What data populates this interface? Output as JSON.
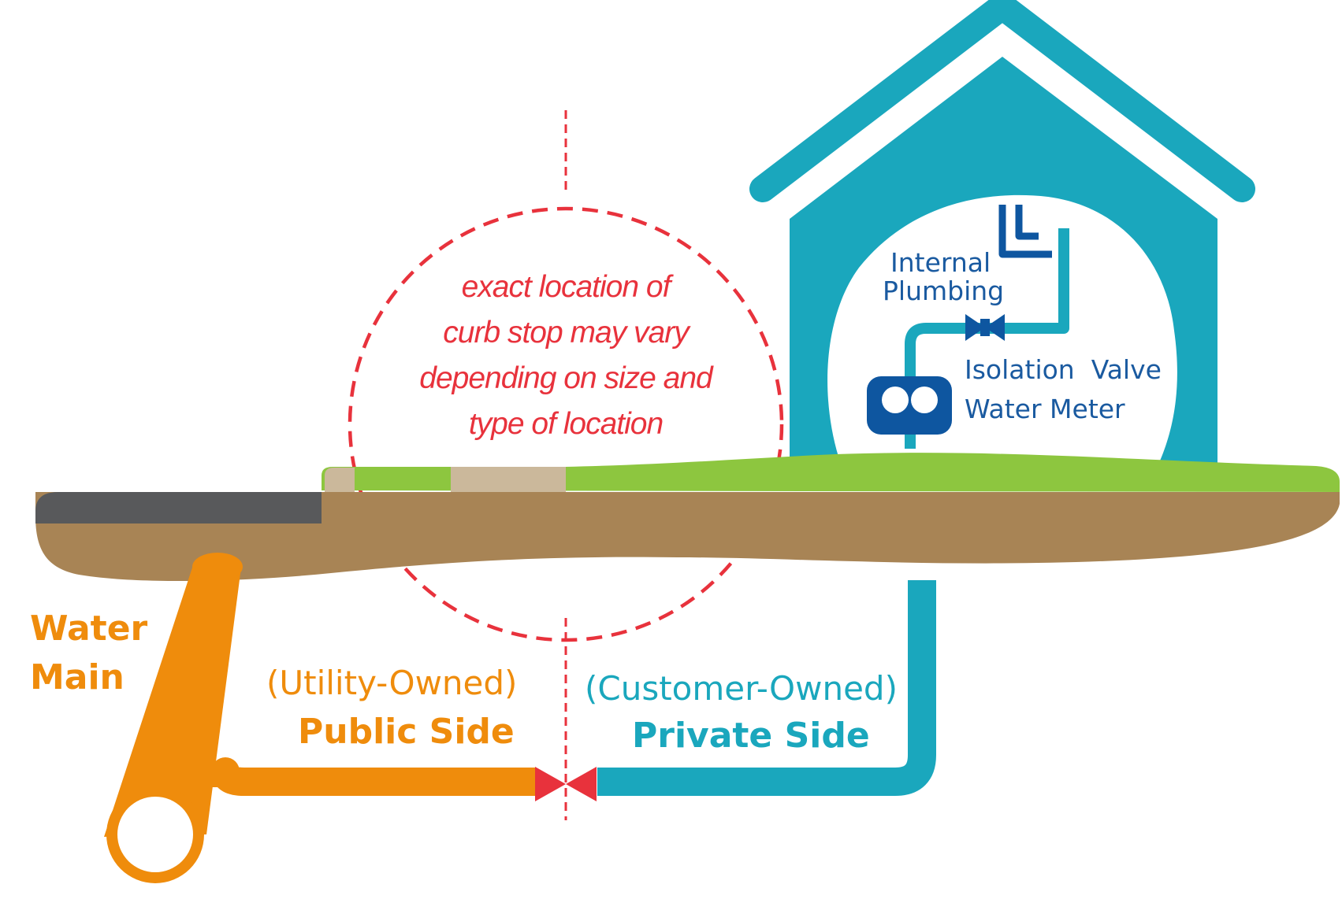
{
  "note": {
    "line1": "exact location of",
    "line2": "curb stop may vary",
    "line3": "depending on size and",
    "line4": "type of location"
  },
  "water_main": {
    "line1": "Water",
    "line2": "Main"
  },
  "public": {
    "ownership": "(Utility-Owned)",
    "label": "Public Side"
  },
  "private": {
    "ownership": "(Customer-Owned)",
    "label": "Private Side"
  },
  "house": {
    "internal_line1": "Internal",
    "internal_line2": "Plumbing",
    "valve_label": "Isolation  Valve",
    "meter_label": "Water Meter"
  },
  "colors": {
    "public": "#ef8c0c",
    "private": "#1aa7bd",
    "curb_stop": "#e8323c",
    "meter": "#0e56a0",
    "grass": "#8dc63f",
    "soil": "#a88455",
    "road": "#58595b",
    "sidewalk": "#cbb89b"
  }
}
